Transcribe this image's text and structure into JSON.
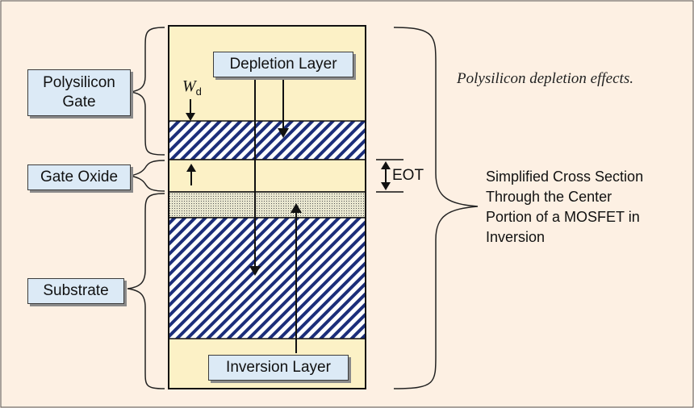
{
  "caption": "Polysilicon depletion effects.",
  "description": "Simplified Cross Section\nThrough the Center\nPortion of a MOSFET in\nInversion",
  "labels": {
    "polysilicon_gate": "Polysilicon\nGate",
    "gate_oxide": "Gate Oxide",
    "substrate": "Substrate",
    "depletion_layer": "Depletion Layer",
    "inversion_layer": "Inversion Layer"
  },
  "annotations": {
    "wd_main": "W",
    "wd_sub": "d",
    "eot": "EOT"
  },
  "colors": {
    "background": "#fdf0e3",
    "layer_fill": "#fcf1c6",
    "hatch": "#1c2e7a",
    "label_fill": "#dceaf6"
  }
}
